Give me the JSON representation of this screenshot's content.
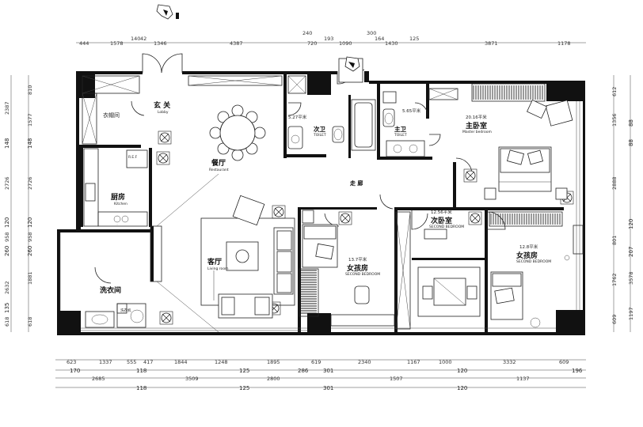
{
  "dimensions": {
    "top": [
      "444",
      "1578",
      "140",
      "42",
      "1346",
      "4387",
      "240",
      "720",
      "193",
      "1090",
      "300",
      "164",
      "1430",
      "125",
      "3871",
      "1178"
    ],
    "bottom_row1": [
      "623",
      "1337",
      "555",
      "417",
      "1844",
      "1248",
      "1895",
      "619",
      "2340",
      "1167",
      "1000",
      "3332",
      "609"
    ],
    "bottom_row2": [
      "170",
      "118",
      "125",
      "286",
      "301",
      "120",
      "196"
    ],
    "bottom_row3": [
      "2685",
      "3509",
      "2800",
      "1507",
      "1137"
    ],
    "bottom_row4": [
      "118",
      "125",
      "301",
      "120"
    ],
    "left_outer": [
      "2387",
      "148",
      "2726",
      "120",
      "958",
      "260",
      "2632",
      "135",
      "618"
    ],
    "left_inner": [
      "810",
      "1577",
      "148",
      "2726",
      "120",
      "958",
      "260",
      "1881",
      "618"
    ],
    "right_inner": [
      "612",
      "1356",
      "2888",
      "801",
      "1762",
      "609"
    ],
    "right_outer": [
      "88",
      "88",
      "120",
      "207",
      "3578",
      "1197"
    ]
  },
  "rooms": {
    "entrance": {
      "name": "玄 关",
      "sub": "Lobby"
    },
    "cloakroom": {
      "name": "衣帽间"
    },
    "dining": {
      "name": "餐厅",
      "sub": "Restaurant"
    },
    "kitchen": {
      "name": "厨房",
      "sub": "Kitchen"
    },
    "corridor": {
      "name": "走 廊"
    },
    "living": {
      "name": "客厅",
      "sub": "Living room"
    },
    "laundry": {
      "name": "洗衣间"
    },
    "guest_toilet": {
      "name": "次卫",
      "sub": "TOILET",
      "area": "5.27平米"
    },
    "master_toilet": {
      "name": "主卫",
      "sub": "TOILET",
      "area": "5.65平米"
    },
    "master_bedroom": {
      "name": "主卧室",
      "sub": "Master bedroom",
      "area": "20.16平米"
    },
    "girl_room_1": {
      "name": "女孩房",
      "sub": "SECOND BEDROOM",
      "area": "13.7平米"
    },
    "second_bedroom": {
      "name": "次卧室",
      "sub": "SECOND BEDROOM",
      "area": "12.56平米"
    },
    "girl_room_2": {
      "name": "女孩房",
      "sub": "SECOND BEDROOM",
      "area": "12.8平米"
    }
  },
  "labels": {
    "fridge": "R.E.F",
    "washer": "洗衣机"
  },
  "colors": {
    "wall": "#111111",
    "line": "#222222",
    "background": "#ffffff"
  }
}
